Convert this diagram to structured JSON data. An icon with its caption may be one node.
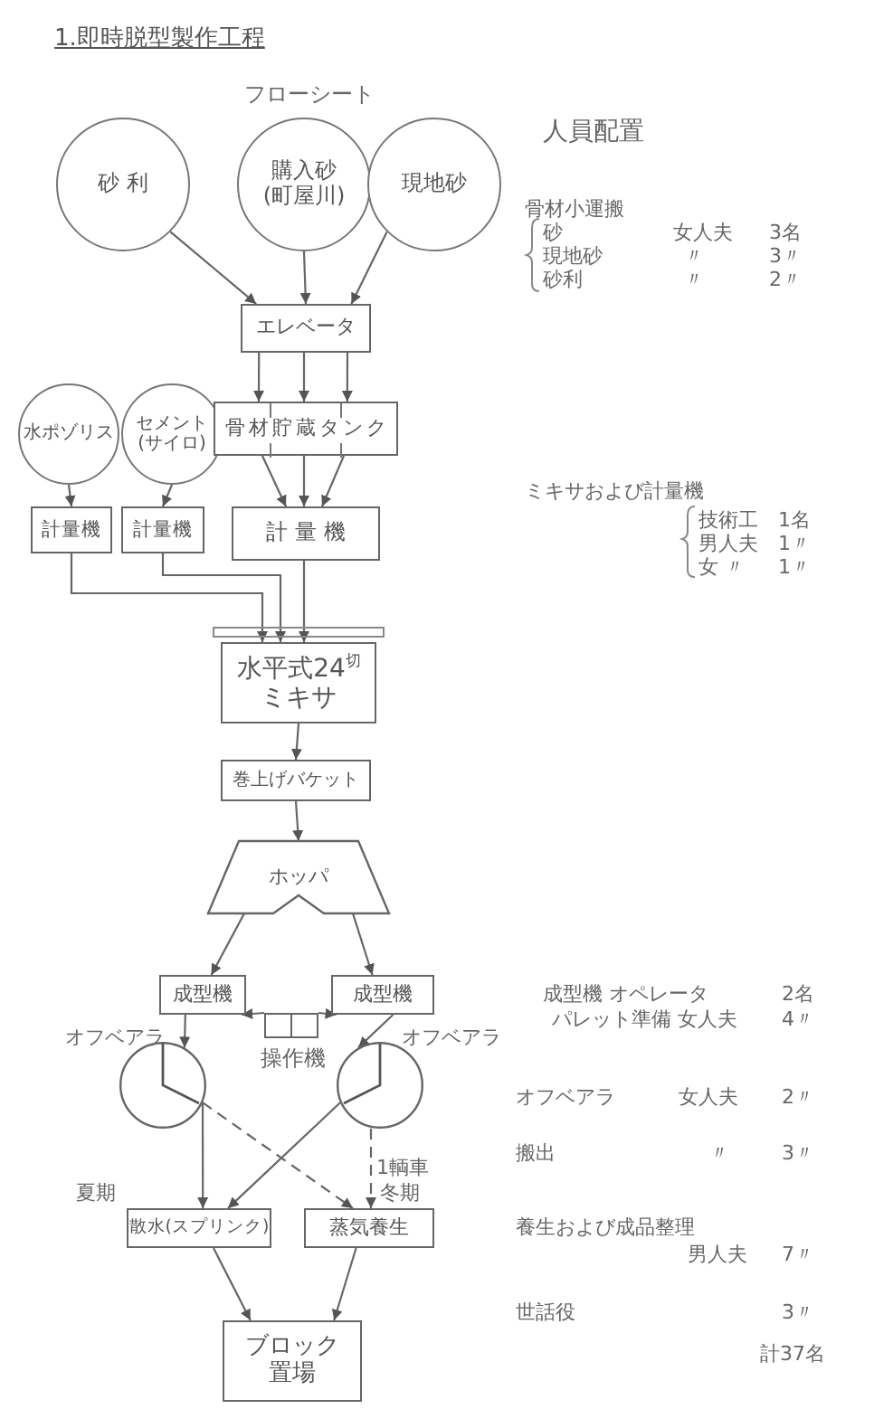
{
  "diagram": {
    "title": "1.即時脱型製作工程",
    "nodes": [
      {
        "text": [
          "砂 利"
        ]
      },
      {
        "text": [
          "購入砂(町屋川)"
        ]
      },
      {
        "text": [
          "現地砂"
        ]
      },
      {
        "text": [
          "エレベータ"
        ]
      },
      {
        "text": [
          "水ポゾリス"
        ]
      },
      {
        "text": [
          "セメント(サイロ)"
        ]
      },
      {
        "text": [
          "骨材貯蔵タンク"
        ]
      },
      {
        "text": [
          "計量機"
        ]
      },
      {
        "text": [
          "計量機"
        ]
      },
      {
        "text": [
          "計 量 機"
        ]
      },
      {
        "text": [
          "水平式24$^{切}$ミキサ"
        ]
      },
      {
        "text": [
          "巻上げバケット"
        ]
      },
      {
        "text": [
          "ホッパ"
        ]
      },
      {
        "text": [
          "成型機"
        ]
      },
      {
        "text": [
          "成型機"
        ]
      },
      {
        "text": [
          "操作機"
        ]
      },
      {
        "text": [],
        "shape": "circle",
        "beside": [
          "オフベアラ"
        ]
      },
      {
        "text": [],
        "shape": "circle",
        "beside": [
          "オフベアラ"
        ]
      },
      {
        "text": [
          "散水(スプリンク)"
        ],
        "beside": [
          "夏期"
        ]
      },
      {
        "text": [
          "蒸気養生"
        ],
        "beside": [
          "冬期"
        ]
      },
      {
        "text": [
          "ブロック置場"
        ]
      }
    ],
    "edges": [
      {
        "from": 0,
        "to": 3,
        "arrow": "to"
      },
      {
        "from": 1,
        "to": 3,
        "arrow": "to"
      },
      {
        "from": 2,
        "to": 3,
        "arrow": "to"
      },
      {
        "from": 3,
        "to": 6,
        "arrow": "to"
      },
      {
        "from": 3,
        "to": 6,
        "arrow": "to"
      },
      {
        "from": 3,
        "to": 6,
        "arrow": "to"
      },
      {
        "from": 6,
        "to": 9,
        "arrow": "to"
      },
      {
        "from": 6,
        "to": 9,
        "arrow": "to"
      },
      {
        "from": 6,
        "to": 9,
        "arrow": "to"
      },
      {
        "from": 4,
        "to": 7,
        "arrow": "to"
      },
      {
        "from": 5,
        "to": 8,
        "arrow": "to"
      },
      {
        "from": 7,
        "to": 10,
        "arrow": "to"
      },
      {
        "from": 8,
        "to": 10,
        "arrow": "to"
      },
      {
        "from": 9,
        "to": 10,
        "arrow": "to"
      },
      {
        "from": 10,
        "to": 11,
        "arrow": "to"
      },
      {
        "from": 11,
        "to": 12,
        "arrow": "to"
      },
      {
        "from": 12,
        "to": 13,
        "arrow": "to"
      },
      {
        "from": 12,
        "to": 14,
        "arrow": "to"
      },
      {
        "from": 15,
        "to": 13,
        "arrow": "to"
      },
      {
        "from": 15,
        "to": 14,
        "arrow": "to"
      },
      {
        "from": 13,
        "to": 16,
        "arrow": "to"
      },
      {
        "from": 14,
        "to": 17,
        "arrow": "to"
      },
      {
        "from": 16,
        "to": 18,
        "arrow": "to"
      },
      {
        "from": 16,
        "to": 19,
        "arrow": "to",
        "style": "dashed"
      },
      {
        "from": 17,
        "to": 18,
        "arrow": "to"
      },
      {
        "from": 17,
        "to": 19,
        "arrow": "to",
        "style": "dashed",
        "label": "1輌車"
      },
      {
        "from": 18,
        "to": 20,
        "arrow": "to"
      },
      {
        "from": 19,
        "to": 20,
        "arrow": "to"
      }
    ],
    "labels": [
      "フローシート",
      "人員配置",
      "骨材小運搬",
      "砂",
      "女人夫",
      "3名",
      "現地砂",
      "〃",
      "3〃",
      "砂利",
      "〃",
      "2〃",
      "ミキサおよび計量機",
      "技術工",
      "1名",
      "男人夫",
      "1〃",
      "女 〃",
      "1〃",
      "成型機 オペレータ",
      "2名",
      "パレット準備 女人夫",
      "4〃",
      "オフベアラ",
      "女人夫",
      "2〃",
      "搬出",
      "〃",
      "3〃",
      "養生および成品整理",
      "男人夫",
      "7〃",
      "世話役",
      "3〃",
      "計37名"
    ]
  }
}
